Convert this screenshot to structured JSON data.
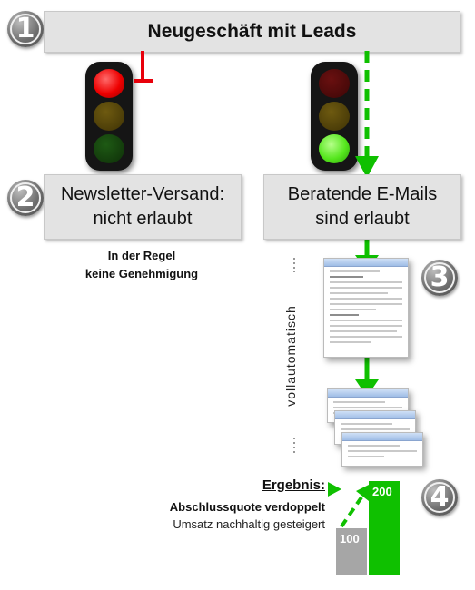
{
  "step_numbers": [
    "1",
    "2",
    "3",
    "4"
  ],
  "header": {
    "title": "Neugeschäft mit Leads"
  },
  "left_branch": {
    "light": "red",
    "box_line1": "Newsletter-Versand:",
    "box_line2": "nicht erlaubt",
    "note_line1": "In der Regel",
    "note_line2": "keine Genehmigung"
  },
  "right_branch": {
    "light": "green",
    "box_line1": "Beratende E-Mails",
    "box_line2": "sind erlaubt",
    "side_label": "vollautomatisch"
  },
  "result": {
    "heading": "Ergebnis:",
    "line1": "Abschlussquote verdoppelt",
    "line2": "Umsatz nachhaltig gesteigert",
    "bars": [
      {
        "label": "100",
        "value": 100,
        "color": "#a6a6a6"
      },
      {
        "label": "200",
        "value": 200,
        "color": "#0fc000"
      }
    ]
  },
  "colors": {
    "green": "#0fc000",
    "red": "#e8000b",
    "box_bg": "#e3e3e3"
  },
  "icons": [
    "traffic-light-red-icon",
    "traffic-light-green-icon",
    "email-document-icon"
  ]
}
